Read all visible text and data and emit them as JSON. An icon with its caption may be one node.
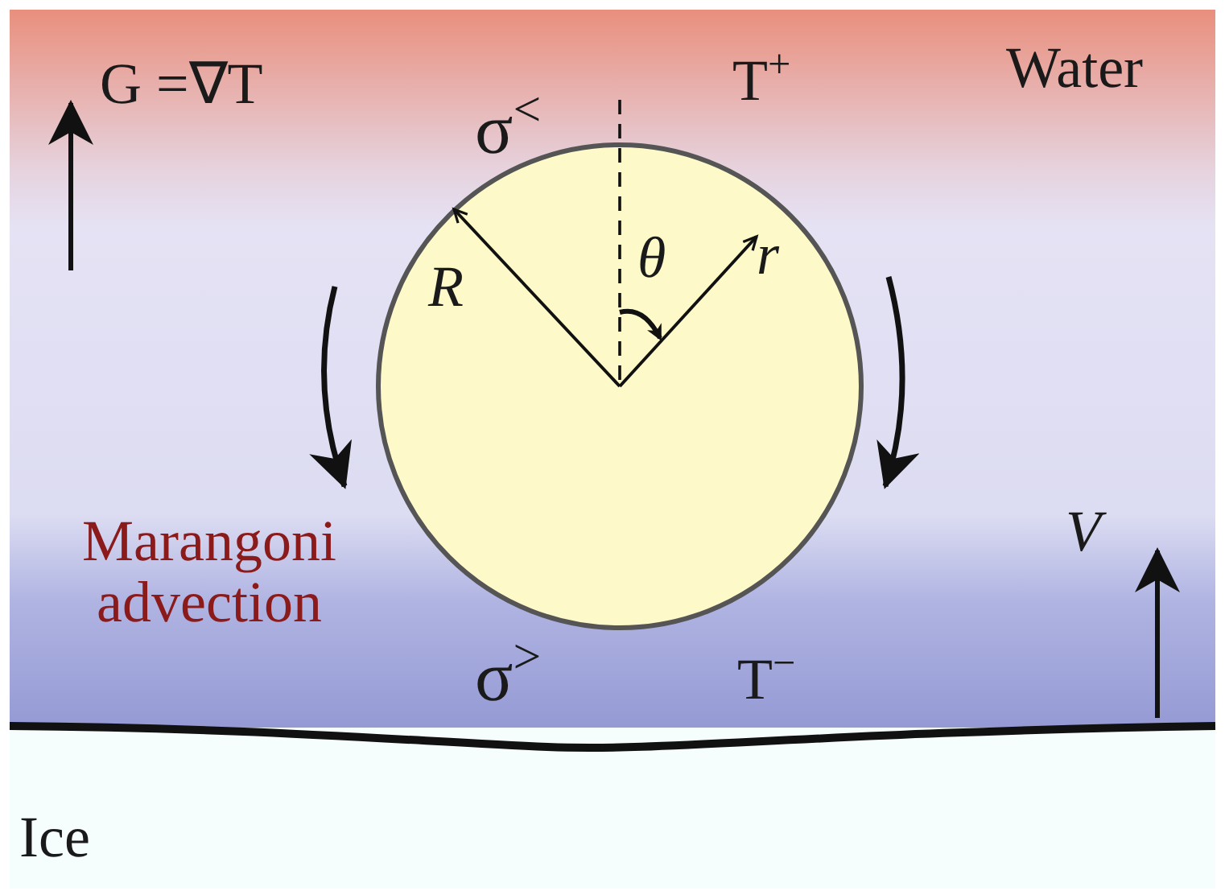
{
  "diagram": {
    "labels": [
      "G =∇T",
      "σ$^{<}$",
      "T$^{+}$",
      "Water",
      "R",
      "θ",
      "r",
      "Marangoni advection",
      "V",
      "σ$^{>}$",
      "T$^{−}$",
      "Ice"
    ]
  }
}
